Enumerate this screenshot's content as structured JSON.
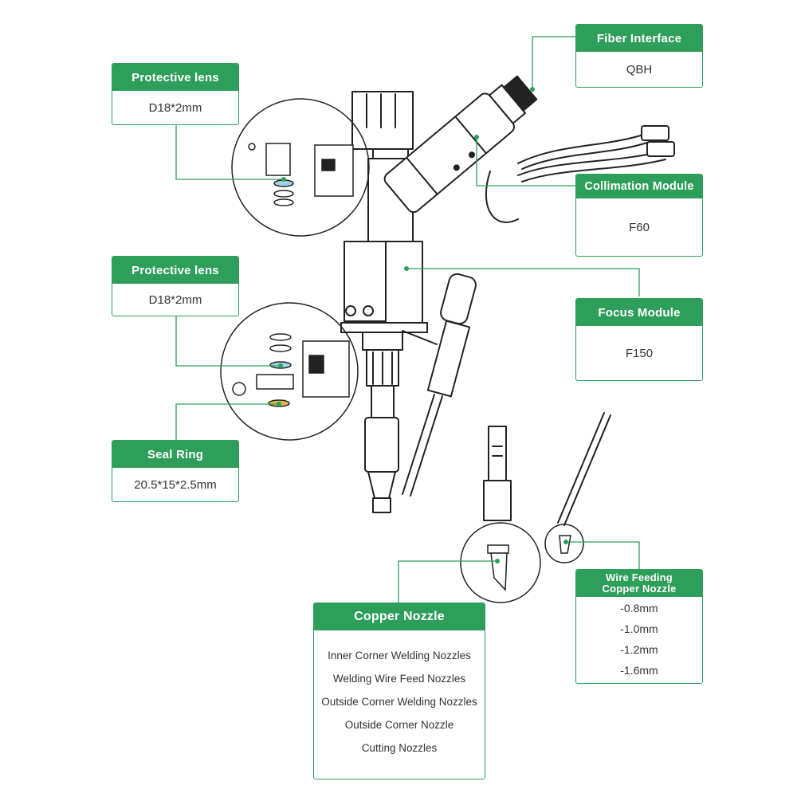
{
  "colors": {
    "accent": "#2e9e5b",
    "line": "#2e9e5b",
    "drawing": "#222222"
  },
  "labels": {
    "fiber_interface": {
      "title": "Fiber Interface",
      "value": "QBH"
    },
    "collimation_module": {
      "title": "Collimation Module",
      "value": "F60"
    },
    "focus_module": {
      "title": "Focus Module",
      "value": "F150"
    },
    "protective_lens_top": {
      "title": "Protective lens",
      "value": "D18*2mm"
    },
    "protective_lens_mid": {
      "title": "Protective lens",
      "value": "D18*2mm"
    },
    "seal_ring": {
      "title": "Seal Ring",
      "value": "20.5*15*2.5mm"
    },
    "wire_feeding_nozzle": {
      "title": "Wire Feeding Copper Nozzle",
      "sizes": [
        "-0.8mm",
        "-1.0mm",
        "-1.2mm",
        "-1.6mm"
      ]
    },
    "copper_nozzle": {
      "title": "Copper Nozzle",
      "items": [
        "Inner Corner Welding Nozzles",
        "Welding Wire Feed Nozzles",
        "Outside Corner Welding Nozzles",
        "Outside Corner Nozzle",
        "Cutting Nozzles"
      ]
    }
  }
}
